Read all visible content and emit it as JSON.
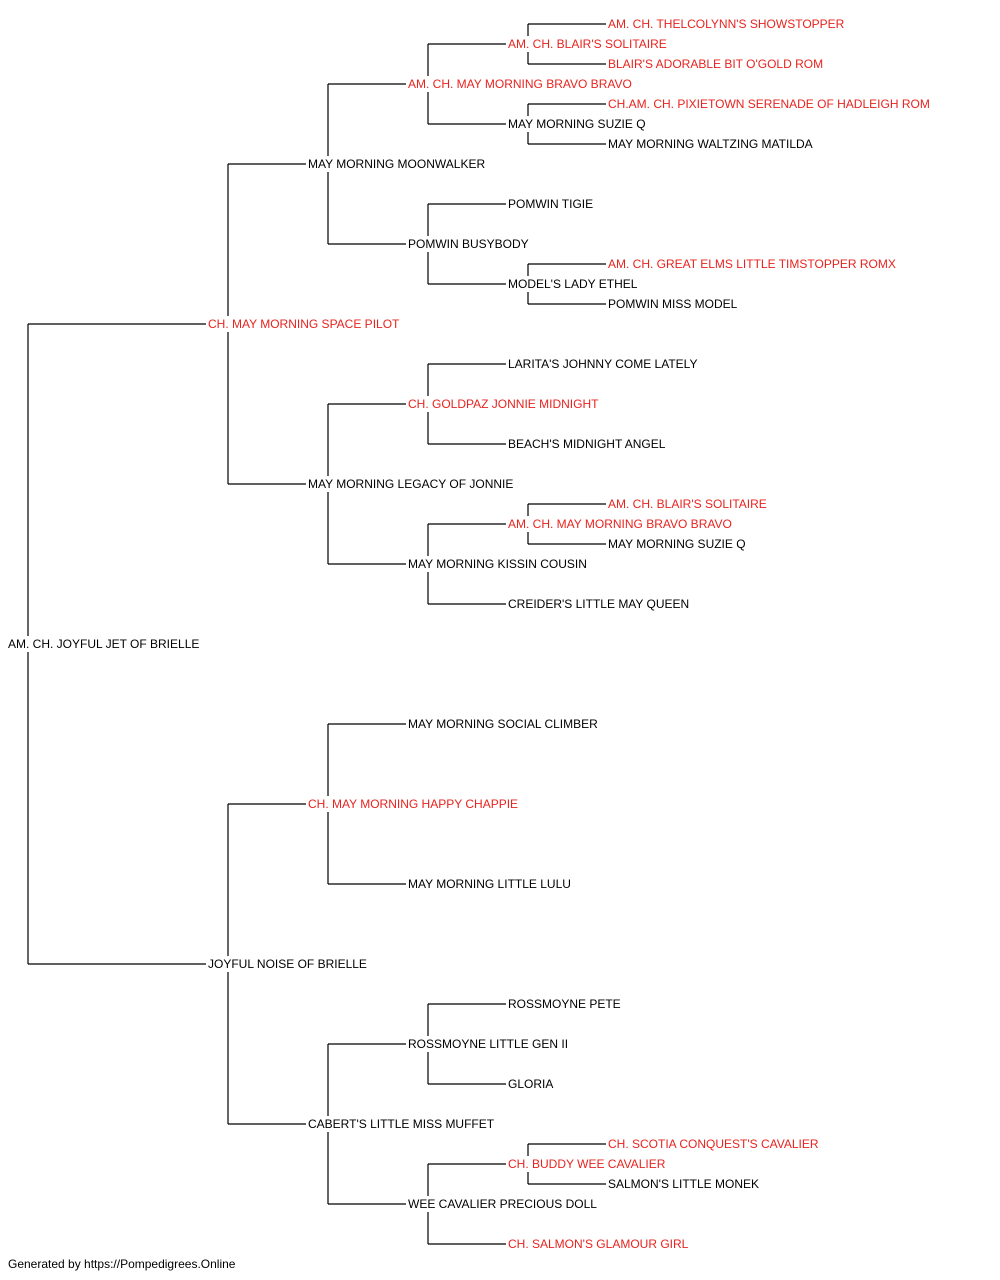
{
  "pedigree": {
    "colors": {
      "champion": "#e8231f",
      "default": "#000000",
      "line": "#000000"
    },
    "root": {
      "name": "AM. CH. JOYFUL JET OF BRIELLE",
      "champion": false,
      "sire": {
        "name": "CH. MAY MORNING SPACE PILOT",
        "champion": true,
        "sire": {
          "name": "MAY MORNING MOONWALKER",
          "champion": false,
          "sire": {
            "name": "AM. CH. MAY MORNING BRAVO BRAVO",
            "champion": true,
            "sire": {
              "name": "AM. CH. BLAIR'S SOLITAIRE",
              "champion": true,
              "sire": {
                "name": "AM. CH. THELCOLYNN'S SHOWSTOPPER",
                "champion": true
              },
              "dam": {
                "name": "BLAIR'S ADORABLE BIT O'GOLD ROM",
                "champion": true
              }
            },
            "dam": {
              "name": "MAY MORNING SUZIE Q",
              "champion": false,
              "sire": {
                "name": "CH.AM. CH. PIXIETOWN SERENADE OF HADLEIGH ROM",
                "champion": true
              },
              "dam": {
                "name": "MAY MORNING WALTZING MATILDA",
                "champion": false
              }
            }
          },
          "dam": {
            "name": "POMWIN BUSYBODY",
            "champion": false,
            "sire": {
              "name": "POMWIN TIGIE",
              "champion": false
            },
            "dam": {
              "name": "MODEL'S LADY ETHEL",
              "champion": false,
              "sire": {
                "name": "AM. CH. GREAT ELMS LITTLE TIMSTOPPER ROMX",
                "champion": true
              },
              "dam": {
                "name": "POMWIN MISS MODEL",
                "champion": false
              }
            }
          }
        },
        "dam": {
          "name": "MAY MORNING LEGACY OF JONNIE",
          "champion": false,
          "sire": {
            "name": "CH. GOLDPAZ JONNIE MIDNIGHT",
            "champion": true,
            "sire": {
              "name": "LARITA'S JOHNNY COME LATELY",
              "champion": false
            },
            "dam": {
              "name": "BEACH'S MIDNIGHT ANGEL",
              "champion": false
            }
          },
          "dam": {
            "name": "MAY MORNING KISSIN COUSIN",
            "champion": false,
            "sire": {
              "name": "AM. CH. MAY MORNING BRAVO BRAVO",
              "champion": true,
              "sire": {
                "name": "AM. CH. BLAIR'S SOLITAIRE",
                "champion": true
              },
              "dam": {
                "name": "MAY MORNING SUZIE Q",
                "champion": false
              }
            },
            "dam": {
              "name": "CREIDER'S LITTLE MAY QUEEN",
              "champion": false
            }
          }
        }
      },
      "dam": {
        "name": "JOYFUL NOISE OF BRIELLE",
        "champion": false,
        "sire": {
          "name": "CH. MAY MORNING HAPPY CHAPPIE",
          "champion": true,
          "sire": {
            "name": "MAY MORNING SOCIAL CLIMBER",
            "champion": false
          },
          "dam": {
            "name": "MAY MORNING LITTLE LULU",
            "champion": false
          }
        },
        "dam": {
          "name": "CABERT'S LITTLE MISS MUFFET",
          "champion": false,
          "sire": {
            "name": "ROSSMOYNE LITTLE GEN II",
            "champion": false,
            "sire": {
              "name": "ROSSMOYNE PETE",
              "champion": false
            },
            "dam": {
              "name": "GLORIA",
              "champion": false
            }
          },
          "dam": {
            "name": "WEE CAVALIER PRECIOUS DOLL",
            "champion": false,
            "sire": {
              "name": "CH. BUDDY WEE CAVALIER",
              "champion": true,
              "sire": {
                "name": "CH. SCOTIA CONQUEST'S CAVALIER",
                "champion": true
              },
              "dam": {
                "name": "SALMON'S LITTLE MONEK",
                "champion": false
              }
            },
            "dam": {
              "name": "CH. SALMON'S GLAMOUR GIRL",
              "champion": true
            }
          }
        }
      }
    }
  },
  "footer": {
    "text": "Generated by https://Pompedigrees.Online"
  }
}
